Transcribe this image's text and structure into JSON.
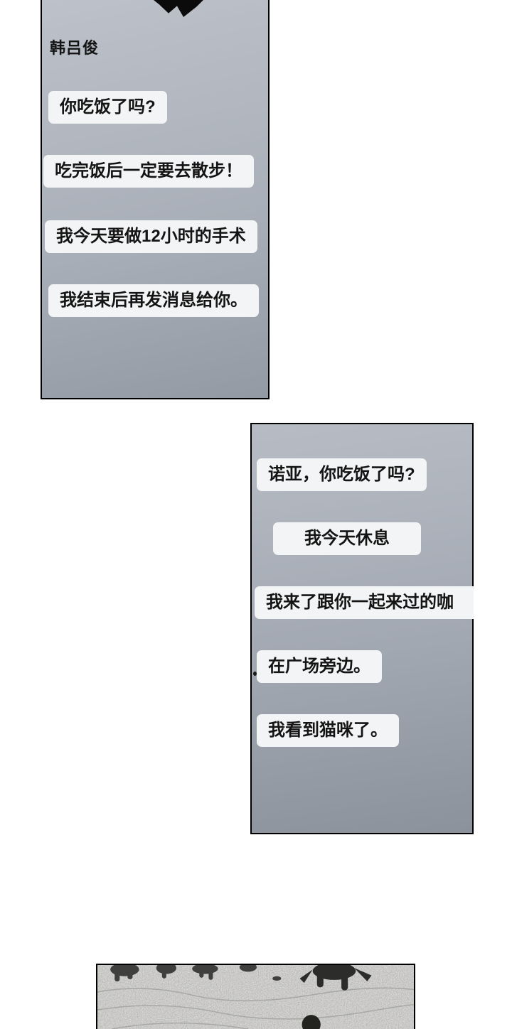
{
  "chat1": {
    "sender": "韩吕俊",
    "messages": [
      "你吃饭了吗?",
      "吃完饭后一定要去散步！",
      "我今天要做12小时的手术",
      "我结束后再发消息给你。"
    ]
  },
  "chat2": {
    "messages": [
      "诺亚，你吃饭了吗?",
      "我今天休息",
      "我来了跟你一起来过的咖",
      "在广场旁边。",
      "我看到猫咪了。"
    ]
  },
  "colors": {
    "panel1_top": "#bdc1c9",
    "panel1_bottom": "#949aa4",
    "panel2_top": "#b7bcc4",
    "panel2_bottom": "#8c929c",
    "bubble_bg": "#f3f4f5",
    "ink": "#141414",
    "border": "#000000",
    "photo_base": "#d6d5d2"
  }
}
